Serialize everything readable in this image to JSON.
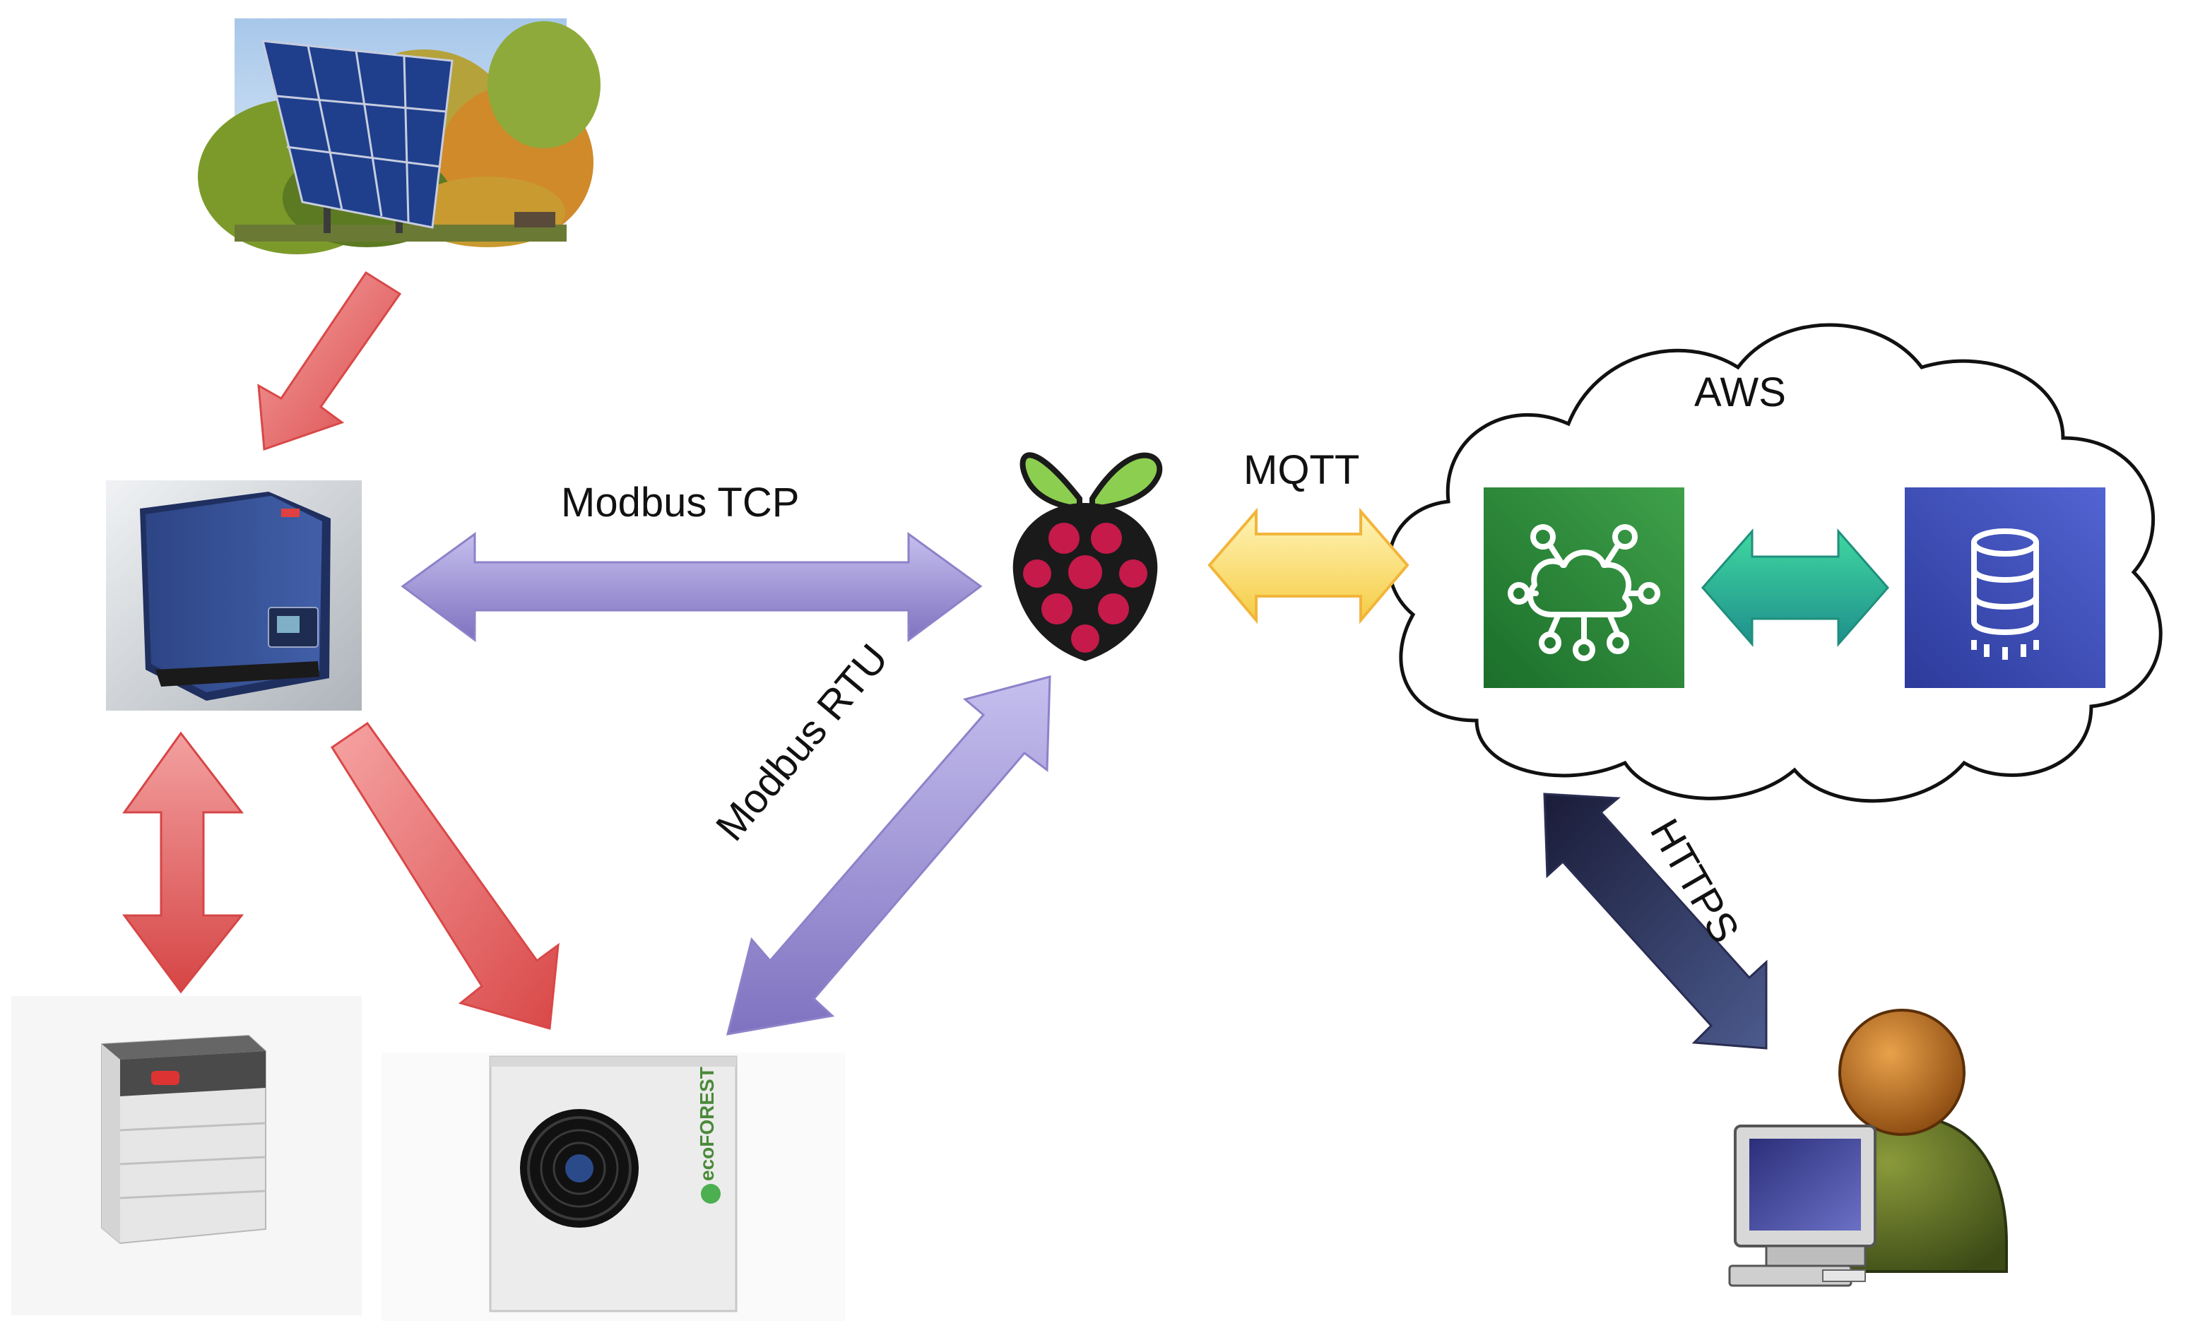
{
  "labels": {
    "modbus_tcp": "Modbus TCP",
    "modbus_rtu": "Modbus RTU",
    "mqtt": "MQTT",
    "https": "HTTPS",
    "aws": "AWS"
  },
  "heat_pump": {
    "brand": "ecoFOREST"
  },
  "colors": {
    "power_arrow": "#dd5555",
    "modbus_arrow": "#8d82c9",
    "mqtt_arrow": "#f7dd6e",
    "aws_internal_arrow": "#33b59a",
    "https_arrow": "#2a2d52",
    "iot_service": "#2f8f3a",
    "database_service": "#3c4fb8"
  },
  "icons": {
    "solar": "solar-panel-photo",
    "inverter": "inverter-device",
    "battery": "battery-storage",
    "heat_pump": "heat-pump-unit",
    "gateway": "raspberry-pi-logo",
    "iot": "aws-iot-core-icon",
    "db": "aws-database-icon",
    "user": "user-workstation-icon",
    "cloud": "cloud-shape"
  }
}
